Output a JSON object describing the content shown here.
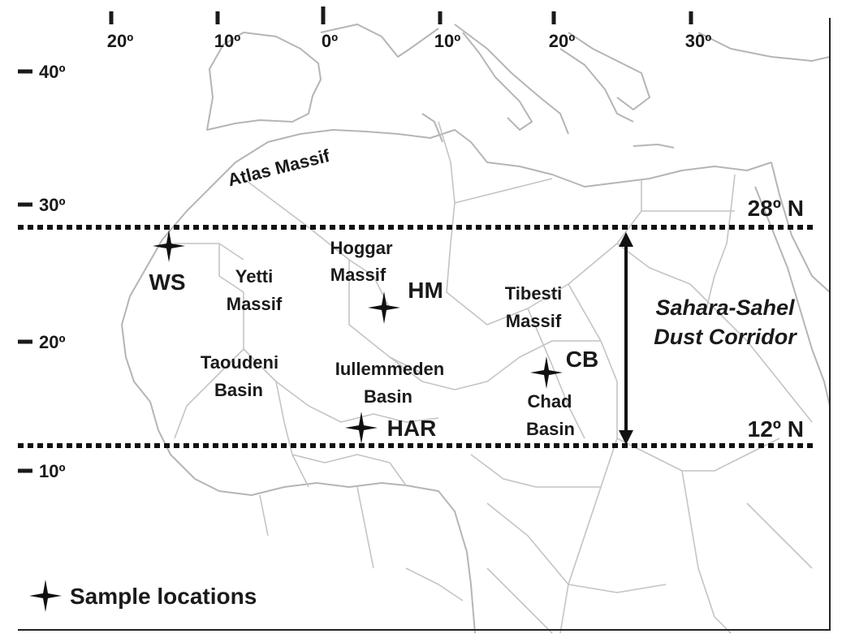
{
  "axes": {
    "longitude_labels": [
      "20º",
      "10º",
      "0º",
      "10º",
      "20º",
      "30º"
    ],
    "latitude_labels": [
      "40º",
      "30º",
      "20º",
      "10º"
    ]
  },
  "parallels": {
    "north_label": "28º N",
    "south_label": "12º N"
  },
  "corridor": {
    "line1": "Sahara-Sahel",
    "line2": "Dust Corridor"
  },
  "features": {
    "atlas": "Atlas Massif",
    "hoggar_1": "Hoggar",
    "hoggar_2": "Massif",
    "yetti_1": "Yetti",
    "yetti_2": "Massif",
    "tibesti_1": "Tibesti",
    "tibesti_2": "Massif",
    "taoudeni_1": "Taoudeni",
    "taoudeni_2": "Basin",
    "iullemmeden_1": "Iullemmeden",
    "iullemmeden_2": "Basin",
    "chad_1": "Chad",
    "chad_2": "Basin"
  },
  "sites": {
    "ws": "WS",
    "hm": "HM",
    "cb": "CB",
    "har": "HAR"
  },
  "legend": {
    "label": "Sample locations"
  },
  "colors": {
    "ink": "#1a1a1a",
    "borders": "#c4c4c4",
    "frame": "#222222"
  }
}
